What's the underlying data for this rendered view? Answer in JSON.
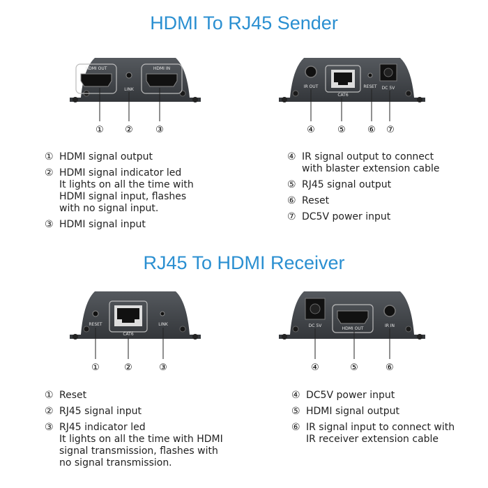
{
  "sender": {
    "title": "HDMI To RJ45 Sender",
    "front": {
      "left_port_label": "HDMI OUT",
      "link_label": "LINK",
      "right_port_label": "HDMI IN",
      "callouts": [
        "①",
        "②",
        "③"
      ]
    },
    "back": {
      "ir_label": "IR OUT",
      "cat_label": "CAT6",
      "reset_label": "RESET",
      "dc_label": "DC 5V",
      "callouts": [
        "④",
        "⑤",
        "⑥",
        "⑦"
      ]
    },
    "left_list": [
      {
        "num": "①",
        "lines": [
          "HDMI signal output"
        ]
      },
      {
        "num": "②",
        "lines": [
          "HDMI signal indicator led",
          "It lights on all the time with",
          "HDMI signal input, flashes",
          "with no signal input."
        ]
      },
      {
        "num": "③",
        "lines": [
          "HDMI signal input"
        ]
      }
    ],
    "right_list": [
      {
        "num": "④",
        "lines": [
          "IR signal output to connect",
          "with blaster extension cable"
        ]
      },
      {
        "num": "⑤",
        "lines": [
          "RJ45 signal output"
        ]
      },
      {
        "num": "⑥",
        "lines": [
          "Reset"
        ]
      },
      {
        "num": "⑦",
        "lines": [
          "DC5V power input"
        ]
      }
    ]
  },
  "receiver": {
    "title": "RJ45 To HDMI Receiver",
    "front": {
      "reset_label": "RESET",
      "cat_label": "CAT6",
      "link_label": "LINK",
      "callouts": [
        "①",
        "②",
        "③"
      ]
    },
    "back": {
      "dc_label": "DC 5V",
      "hdmi_label": "HDMI OUT",
      "ir_label": "IR IN",
      "callouts": [
        "④",
        "⑤",
        "⑥"
      ]
    },
    "left_list": [
      {
        "num": "①",
        "lines": [
          "Reset"
        ]
      },
      {
        "num": "②",
        "lines": [
          "RJ45 signal input"
        ]
      },
      {
        "num": "③",
        "lines": [
          "RJ45 indicator led",
          "It lights on all the time with HDMI",
          "signal transmission, flashes with",
          "no signal transmission."
        ]
      }
    ],
    "right_list": [
      {
        "num": "④",
        "lines": [
          "DC5V power input"
        ]
      },
      {
        "num": "⑤",
        "lines": [
          "HDMI signal output"
        ]
      },
      {
        "num": "⑥",
        "lines": [
          "IR signal input to connect with",
          "IR receiver extension cable"
        ]
      }
    ]
  },
  "colors": {
    "title": "#2a8fd1",
    "device": "#3f4347",
    "device_dark": "#2a2d30",
    "port": "#111111",
    "label": "#e6e6e6"
  }
}
